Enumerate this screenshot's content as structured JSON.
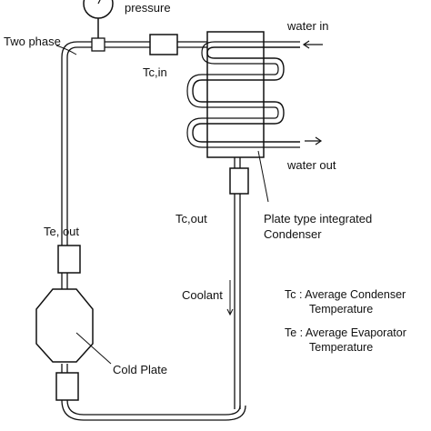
{
  "labels": {
    "pressure": "pressure",
    "two_phase": "Two phase",
    "tc_in": "Tc,in",
    "water_in": "water in",
    "water_out": "water out",
    "tc_out": "Tc,out",
    "plate_condenser_line1": "Plate type integrated",
    "plate_condenser_line2": "Condenser",
    "te_out": "Te, out",
    "coolant": "Coolant",
    "cold_plate": "Cold Plate"
  },
  "legend": {
    "tc_line1": "Tc : Average Condenser",
    "tc_line2": "Temperature",
    "te_line1": "Te : Average Evaporator",
    "te_line2": "Temperature"
  },
  "colors": {
    "stroke": "#111111",
    "fill": "#ffffff"
  }
}
